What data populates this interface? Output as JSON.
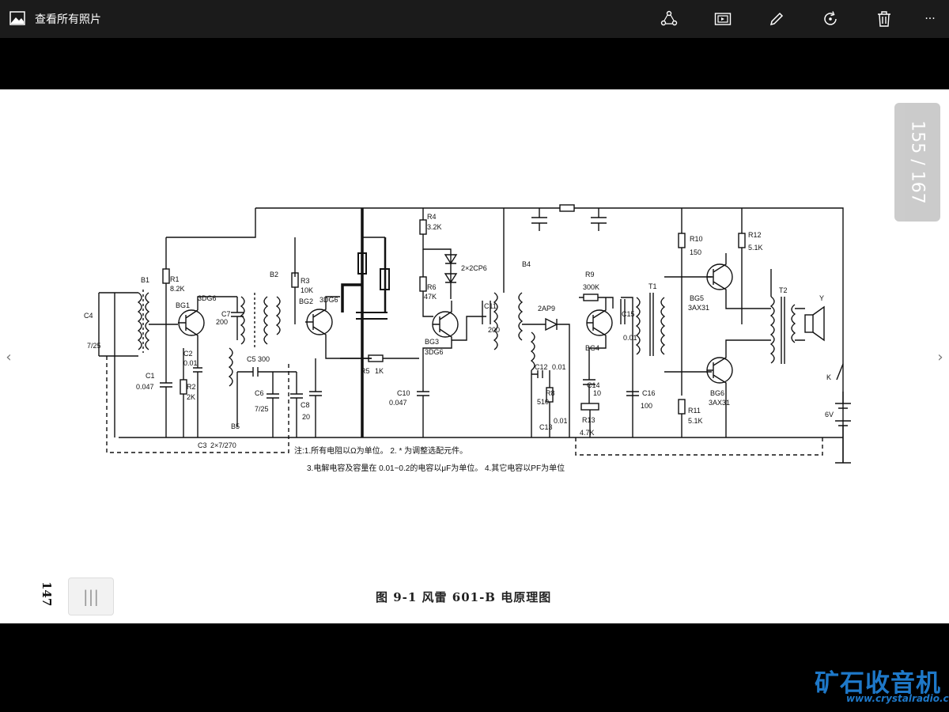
{
  "window": {
    "title": "查看所有照片"
  },
  "toolbar": {
    "icons": [
      "share-icon",
      "slideshow-icon",
      "edit-icon",
      "rotate-icon",
      "delete-icon",
      "more-icon"
    ],
    "more_label": "···"
  },
  "viewer": {
    "page_counter": "155 / 167",
    "prev_arrow": "‹",
    "next_arrow": "›",
    "scroll_handle": "|||"
  },
  "document": {
    "page_number": "147",
    "caption": "图 9-1 风雷 601-B 电原理图",
    "notes": {
      "line1": "注:1.所有电阻以Ω为单位。 2. * 为调整选配元件。",
      "line2": "3.电解电容及容量在 0.01~0.2的电容以μF为单位。 4.其它电容以PF为单位"
    },
    "labels": {
      "b1": "B1",
      "c4": "C4",
      "c4v": "7/25",
      "c1": "C1",
      "c1v": "0.047",
      "r1": "R1",
      "r1v": "8.2K",
      "bg1": "BG1",
      "bg1t": "3DG6",
      "c2": "C2",
      "c2v": "0.01",
      "r2": "R2",
      "r2v": "2K",
      "c7": "C7",
      "c7v": "200",
      "b2": "B2",
      "c5": "C5",
      "c5v": "300",
      "c6": "C6",
      "c6v": "7/25",
      "c8": "C8",
      "c8v": "20",
      "b5": "B5",
      "c3": "C3",
      "c3v": "2×7/270",
      "r3": "R3",
      "r3v": "10K",
      "bg2": "BG2",
      "bg2t": "3DG6",
      "r5": "R5",
      "r5v": "1K",
      "r4": "R4",
      "r4v": "3.2K",
      "d2cp": "2×2CP6",
      "r6": "R6",
      "r6v": "47K",
      "bg3": "BG3",
      "bg3t": "3DG6",
      "c10": "C10",
      "c10v": "0.047",
      "c11": "C11",
      "c11v": "200",
      "b4": "B4",
      "d2ap": "2AP9",
      "c12": "C12",
      "c12v": "0.01",
      "r8": "R8",
      "r8v": "510",
      "c13": "C13",
      "c13v": "0.01",
      "r9": "R9",
      "r9v": "300K",
      "bg4": "BG4",
      "c14": "C14",
      "c14v": "10",
      "r13": "R13",
      "r13v": "4.7K",
      "c15": "C15",
      "c15v": "0.01",
      "t1": "T1",
      "c16": "C16",
      "c16v": "100",
      "r10": "R10",
      "r10v": "150",
      "r12": "R12",
      "r12v": "5.1K",
      "bg5": "BG5",
      "bg5t": "3AX31",
      "bg6": "BG6",
      "bg6t": "3AX31",
      "r11": "R11",
      "r11v": "5.1K",
      "t2": "T2",
      "y": "Y",
      "k": "K",
      "batt": "6V"
    }
  },
  "watermark": {
    "brand": "矿石收音机",
    "url": "www.crystalradio.cn"
  },
  "colors": {
    "titlebar": "#1b1b1b",
    "paper": "#ffffff",
    "ink": "#111111",
    "watermark": "#1e78c8"
  }
}
